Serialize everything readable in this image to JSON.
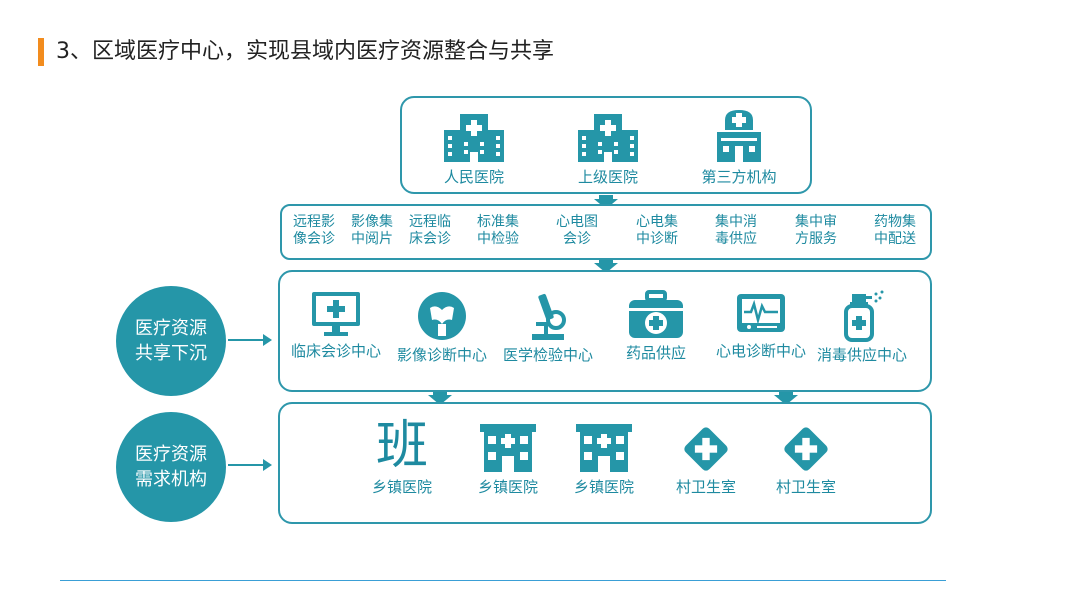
{
  "slide": {
    "title": "3、区域医疗中心，实现县域内医疗资源整合与共享"
  },
  "colors": {
    "accent": "#f28c1e",
    "teal": "#2596a8",
    "text": "#1e8aa0"
  },
  "top_institutions": [
    {
      "label": "人民医院",
      "icon": "hospital-building-icon"
    },
    {
      "label": "上级医院",
      "icon": "hospital-building-icon"
    },
    {
      "label": "第三方机构",
      "icon": "clinic-building-icon"
    }
  ],
  "services_band": [
    {
      "line1": "远程影",
      "line2": "像会诊"
    },
    {
      "line1": "影像集",
      "line2": "中阅片"
    },
    {
      "line1": "远程临",
      "line2": "床会诊"
    },
    {
      "line1": "标准集",
      "line2": "中检验"
    },
    {
      "line1": "心电图",
      "line2": "会诊"
    },
    {
      "line1": "心电集",
      "line2": "中诊断"
    },
    {
      "line1": "集中消",
      "line2": "毒供应"
    },
    {
      "line1": "集中审",
      "line2": "方服务"
    },
    {
      "line1": "药物集",
      "line2": "中配送"
    }
  ],
  "centers": [
    {
      "label": "临床会诊中心",
      "icon": "monitor-plus-icon"
    },
    {
      "label": "影像诊断中心",
      "icon": "xray-pelvis-icon"
    },
    {
      "label": "医学检验中心",
      "icon": "microscope-icon"
    },
    {
      "label": "药品供应",
      "icon": "medical-kit-icon"
    },
    {
      "label": "心电诊断中心",
      "icon": "ecg-monitor-icon"
    },
    {
      "label": "消毒供应中心",
      "icon": "spray-bottle-icon"
    }
  ],
  "demand": [
    {
      "label": "乡镇医院",
      "glyph": "班"
    },
    {
      "label": "乡镇医院",
      "icon": "hospital-building-icon"
    },
    {
      "label": "乡镇医院",
      "icon": "hospital-building-icon"
    },
    {
      "label": "村卫生室",
      "icon": "diamond-cross-icon"
    },
    {
      "label": "村卫生室",
      "icon": "diamond-cross-icon"
    }
  ],
  "circles": {
    "shared": {
      "line1": "医疗资源",
      "line2": "共享下沉"
    },
    "demand": {
      "line1": "医疗资源",
      "line2": "需求机构"
    }
  }
}
